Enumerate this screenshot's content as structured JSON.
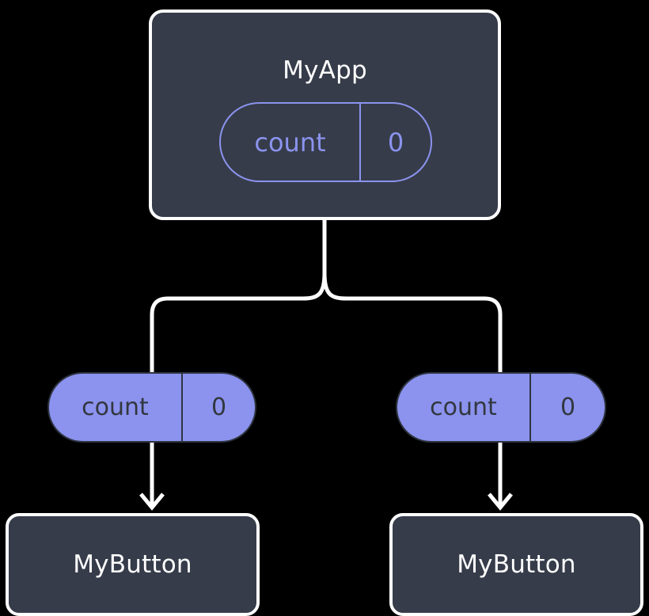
{
  "diagram": {
    "type": "component-tree",
    "background_color": "#000000",
    "palette": {
      "node_fill": "#363c4a",
      "node_border": "#ffffff",
      "node_text": "#ffffff",
      "accent_purple": "#8b93ee",
      "pill_text_dark": "#32373f",
      "edge_color": "#ffffff"
    },
    "root": {
      "label": "MyApp",
      "state_pill": {
        "key": "count",
        "value": "0",
        "style": "outlined"
      }
    },
    "branches": [
      {
        "prop_pill": {
          "key": "count",
          "value": "0",
          "style": "filled"
        },
        "child": {
          "label": "MyButton"
        }
      },
      {
        "prop_pill": {
          "key": "count",
          "value": "0",
          "style": "filled"
        },
        "child": {
          "label": "MyButton"
        }
      }
    ],
    "edges": [
      {
        "from": "MyApp",
        "to": "fork",
        "style": "solid-line"
      },
      {
        "from": "fork",
        "to": "left-prop-pill",
        "style": "rounded-elbow"
      },
      {
        "from": "fork",
        "to": "right-prop-pill",
        "style": "rounded-elbow"
      },
      {
        "from": "left-prop-pill",
        "to": "left-MyButton",
        "style": "arrow-down"
      },
      {
        "from": "right-prop-pill",
        "to": "right-MyButton",
        "style": "arrow-down"
      }
    ]
  }
}
